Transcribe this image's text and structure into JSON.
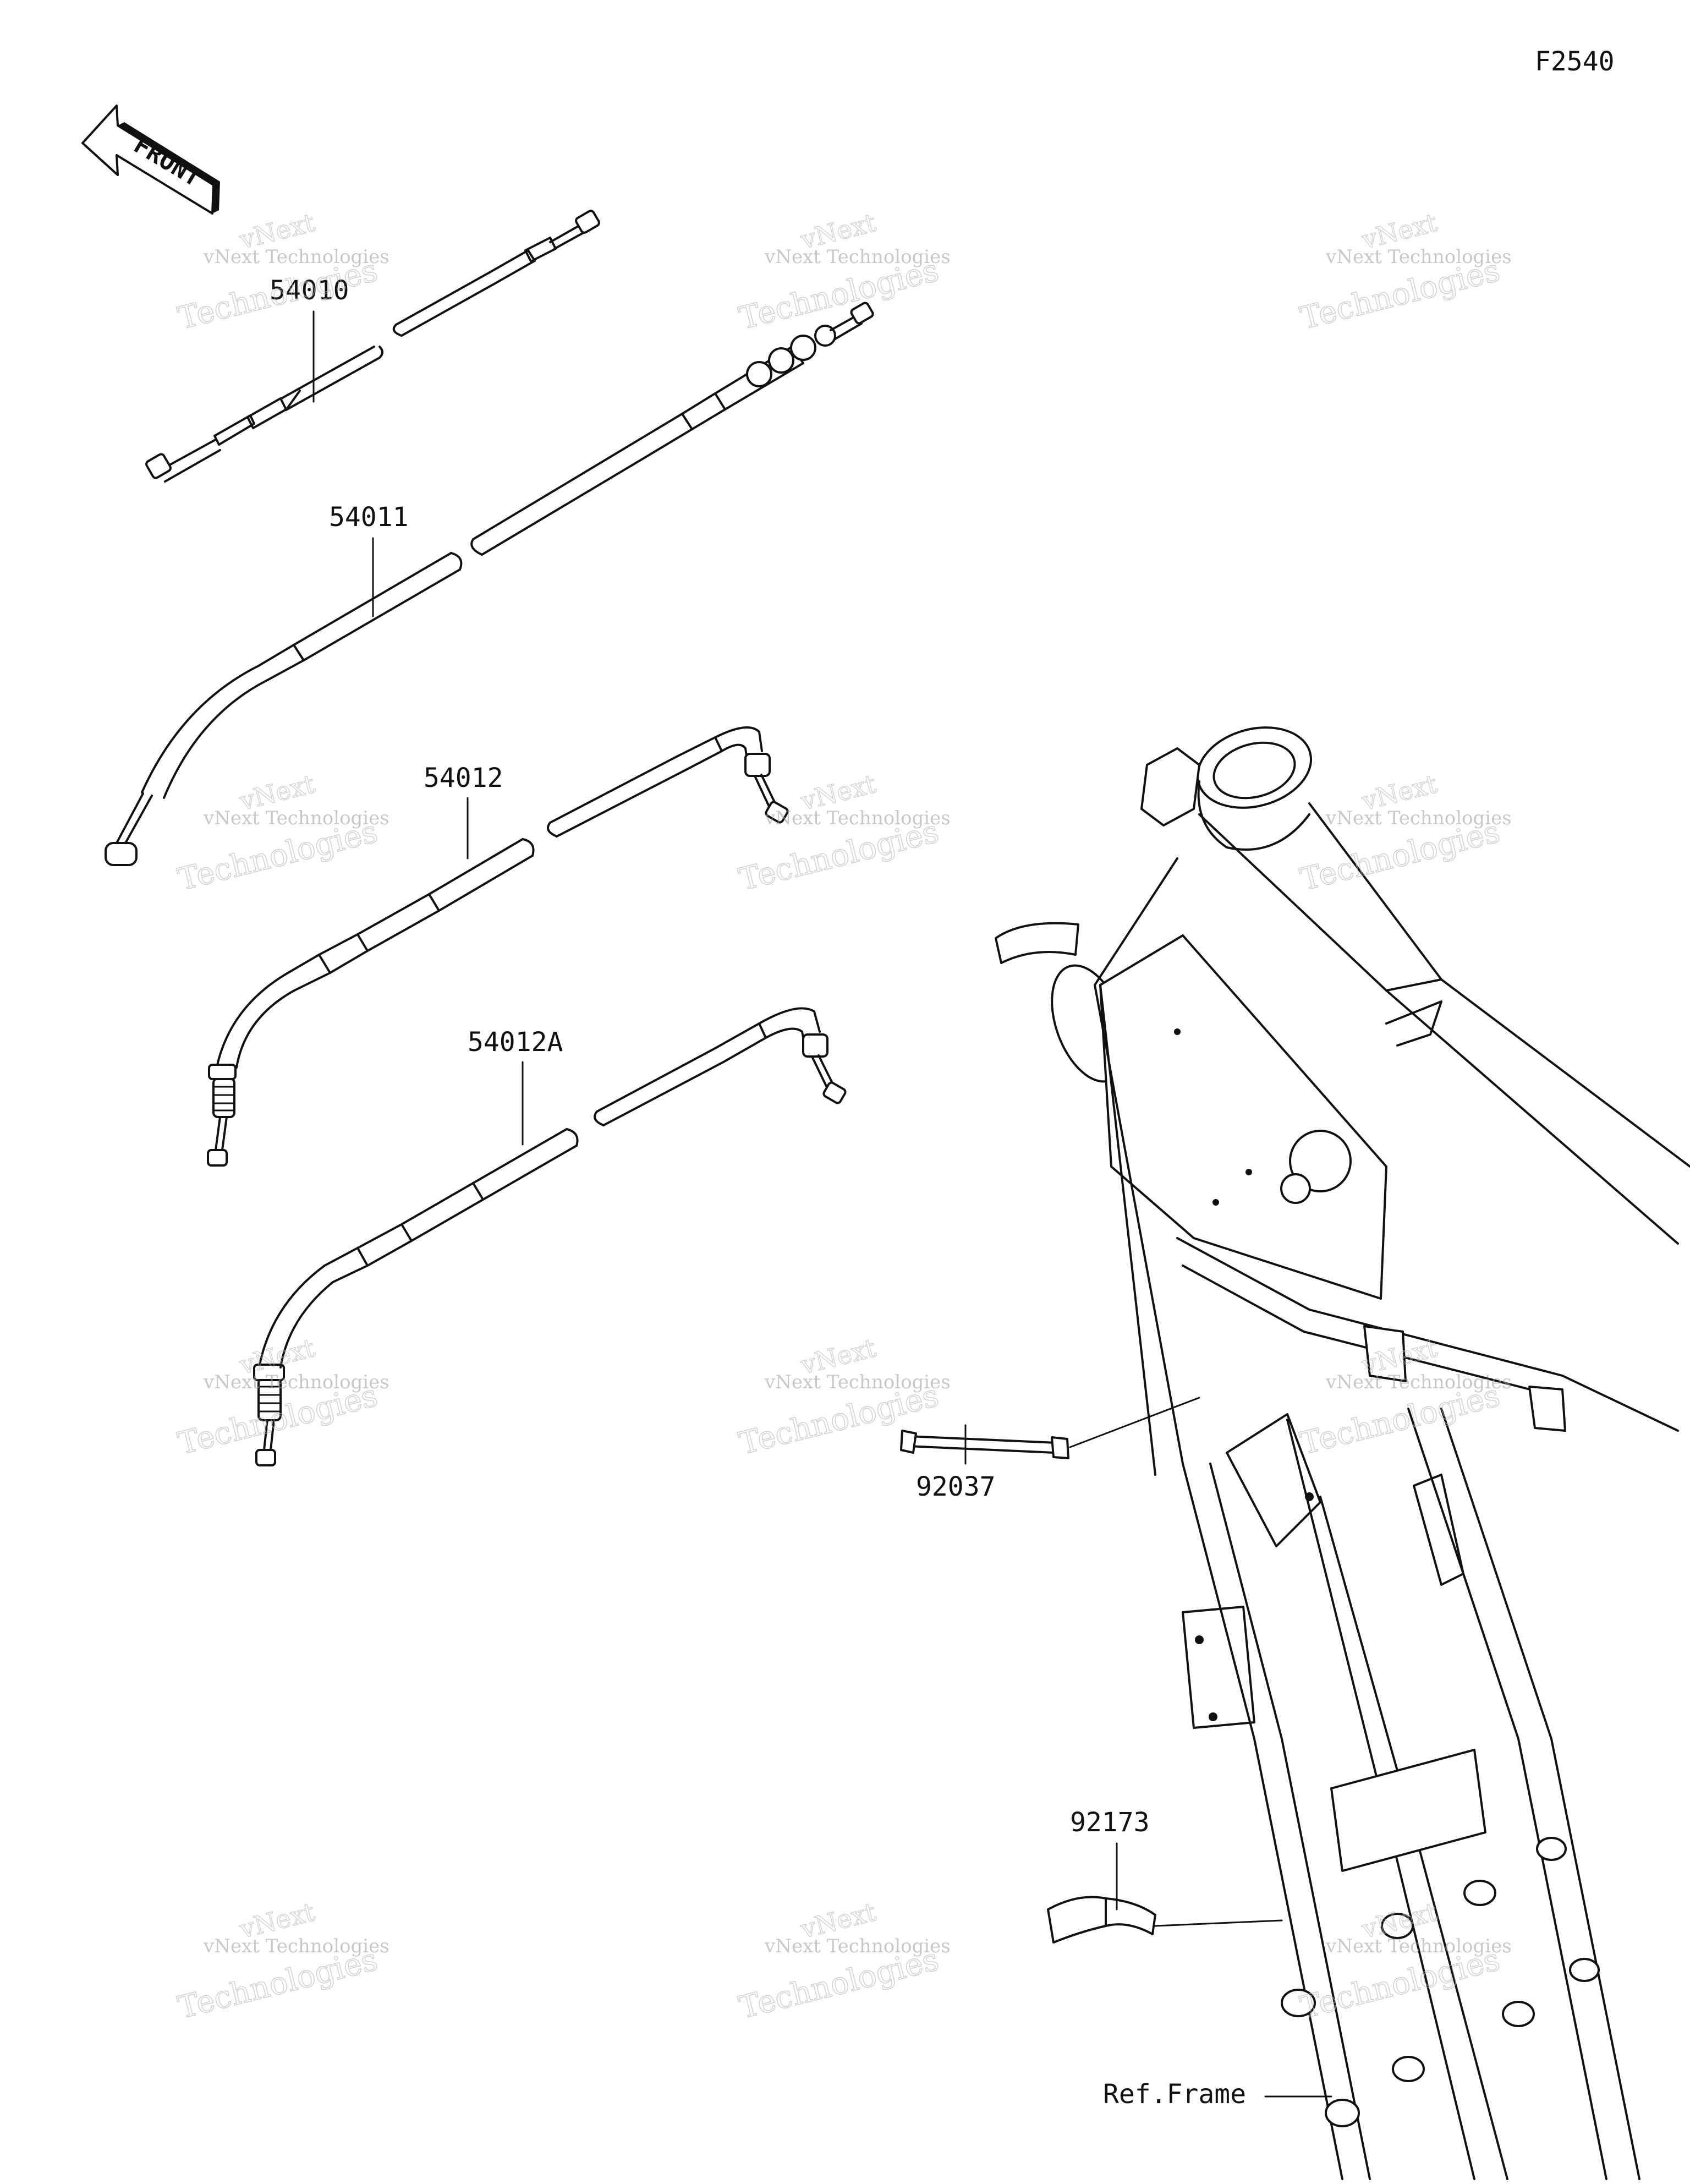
{
  "figure_code": "F2540",
  "front_label": "FRONT",
  "parts": [
    {
      "number": "54010"
    },
    {
      "number": "54011"
    },
    {
      "number": "54012"
    },
    {
      "number": "54012A"
    },
    {
      "number": "92037"
    },
    {
      "number": "92173"
    }
  ],
  "ref_label": "Ref.Frame",
  "watermark": {
    "line1": "vNext Technologies",
    "line2": "Technologies",
    "line3": "vNext"
  },
  "colors": {
    "ink": "#111111",
    "background": "#ffffff",
    "watermark": "#b5b5b5"
  }
}
